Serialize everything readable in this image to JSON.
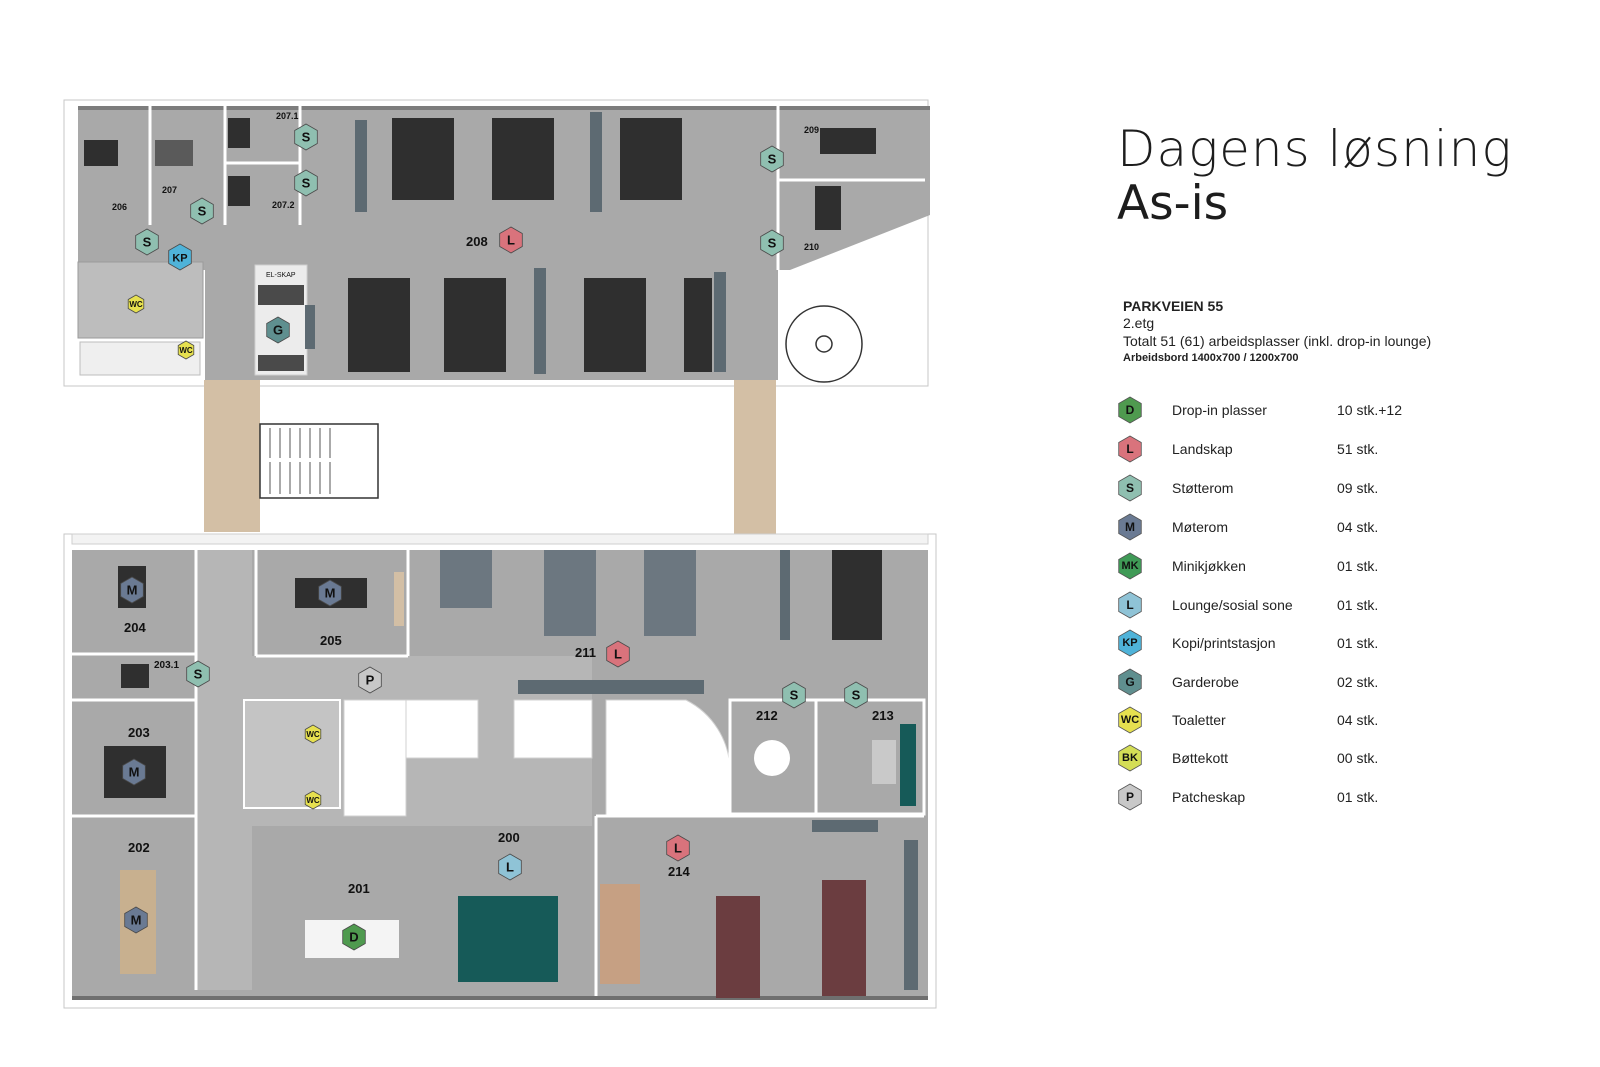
{
  "heading": {
    "title_line1": "Dagens løsning",
    "title_line2": "As-is"
  },
  "info": {
    "address": "PARKVEIEN 55",
    "floor": "2.etg",
    "total": "Totalt 51 (61) arbeidsplasser (inkl. drop-in lounge)",
    "desk_size": "Arbeidsbord 1400x700 / 1200x700"
  },
  "legend": [
    {
      "code": "D",
      "label": "Drop-in plasser",
      "count": "10 stk.+12",
      "color": "#4f9a4f"
    },
    {
      "code": "L",
      "label": "Landskap",
      "count": "51 stk.",
      "color": "#d9737c"
    },
    {
      "code": "S",
      "label": "Støtterom",
      "count": "09 stk.",
      "color": "#8fbfb0"
    },
    {
      "code": "M",
      "label": "Møterom",
      "count": "04 stk.",
      "color": "#6a7a93"
    },
    {
      "code": "MK",
      "label": "Minikjøkken",
      "count": "01 stk.",
      "color": "#3f9a56"
    },
    {
      "code": "L",
      "label": "Lounge/sosial sone",
      "count": "01 stk.",
      "color": "#8fc3d6"
    },
    {
      "code": "KP",
      "label": "Kopi/printstasjon",
      "count": "01 stk.",
      "color": "#4fb3d9"
    },
    {
      "code": "G",
      "label": "Garderobe",
      "count": "02 stk.",
      "color": "#5f8f8f"
    },
    {
      "code": "WC",
      "label": "Toaletter",
      "count": "04 stk.",
      "color": "#e6e04f"
    },
    {
      "code": "BK",
      "label": "Bøttekott",
      "count": "00 stk.",
      "color": "#d4de56"
    },
    {
      "code": "P",
      "label": "Patcheskap",
      "count": "01 stk.",
      "color": "#c8c8c8"
    }
  ],
  "plan": {
    "room_numbers": [
      "206",
      "207",
      "207.1",
      "207.2",
      "208",
      "209",
      "210",
      "204",
      "205",
      "211",
      "203.1",
      "203",
      "202",
      "200",
      "201",
      "212",
      "213",
      "214"
    ],
    "room_labels": [
      "EL-SKAP"
    ],
    "markers": [
      {
        "code": "S",
        "color": "#8fbfb0"
      },
      {
        "code": "S",
        "color": "#8fbfb0"
      },
      {
        "code": "S",
        "color": "#8fbfb0"
      },
      {
        "code": "S",
        "color": "#8fbfb0"
      },
      {
        "code": "KP",
        "color": "#4fb3d9"
      },
      {
        "code": "L",
        "color": "#d9737c"
      },
      {
        "code": "S",
        "color": "#8fbfb0"
      },
      {
        "code": "S",
        "color": "#8fbfb0"
      },
      {
        "code": "G",
        "color": "#5f8f8f"
      },
      {
        "code": "WC",
        "color": "#e6e04f"
      },
      {
        "code": "WC",
        "color": "#e6e04f"
      },
      {
        "code": "M",
        "color": "#6a7a93"
      },
      {
        "code": "M",
        "color": "#6a7a93"
      },
      {
        "code": "L",
        "color": "#d9737c"
      },
      {
        "code": "S",
        "color": "#8fbfb0"
      },
      {
        "code": "P",
        "color": "#c8c8c8"
      },
      {
        "code": "M",
        "color": "#6a7a93"
      },
      {
        "code": "WC",
        "color": "#e6e04f"
      },
      {
        "code": "WC",
        "color": "#e6e04f"
      },
      {
        "code": "S",
        "color": "#8fbfb0"
      },
      {
        "code": "S",
        "color": "#8fbfb0"
      },
      {
        "code": "M",
        "color": "#6a7a93"
      },
      {
        "code": "L",
        "color": "#8fc3d6"
      },
      {
        "code": "L",
        "color": "#d9737c"
      },
      {
        "code": "D",
        "color": "#4f9a4f"
      }
    ]
  }
}
